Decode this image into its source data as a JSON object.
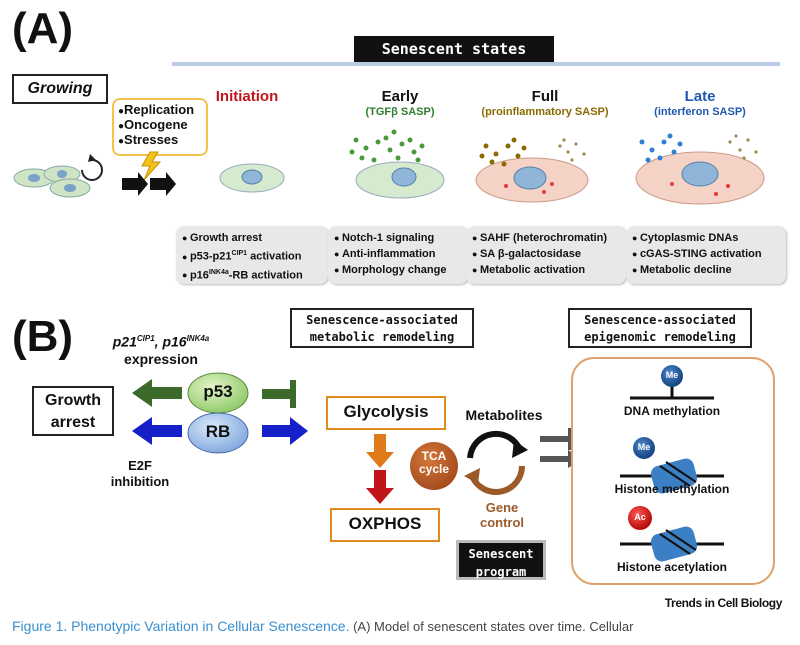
{
  "panel_a": {
    "label": "(A)",
    "header": "Senescent states",
    "growing": "Growing",
    "triggers": [
      "Replication",
      "Oncogene",
      "Stresses"
    ],
    "stages": [
      {
        "title": "Initiation",
        "subtitle": "",
        "color": "#c0161b",
        "bullets": [
          "Growth arrest",
          "p53-p21",
          "p16",
          "-RB activation"
        ]
      },
      {
        "title": "Early",
        "subtitle": "(TGFβ SASP)",
        "color": "#2f7d2f",
        "sub_color": "#2f7d2f",
        "bullets": [
          "Notch-1 signaling",
          "Anti-inflammation",
          "Morphology change"
        ]
      },
      {
        "title": "Full",
        "subtitle": "(proinflammatory SASP)",
        "color": "#8a6a00",
        "sub_color": "#8a6a00",
        "bullets": [
          "SAHF (heterochromatin)",
          "SA β-galactosidase",
          "Metabolic activation"
        ]
      },
      {
        "title": "Late",
        "subtitle": "(interferon SASP)",
        "color": "#1f58b0",
        "sub_color": "#1f58b0",
        "bullets": [
          "Cytoplasmic DNAs",
          "cGAS-STING activation",
          "Metabolic decline"
        ]
      }
    ],
    "initiation_bullets": {
      "b1": "Growth arrest",
      "b2_pre": "p53-p21",
      "b2_sup": "CIP1",
      "b2_post": " activation",
      "b3_pre": "p16",
      "b3_sup": "INK4a",
      "b3_post": "-RB activation"
    }
  },
  "panel_b": {
    "label": "(B)",
    "expr_p21": "p21",
    "expr_p21_sup": "CIP1",
    "expr_comma": ", ",
    "expr_p16": "p16",
    "expr_p16_sup": "INK4a",
    "expr_word": "expression",
    "growth_arrest": "Growth arrest",
    "p53": "p53",
    "rb": "RB",
    "e2f": "E2F inhibition",
    "metabolic_box": "Senescence-associated metabolic remodeling",
    "epigenomic_box": "Senescence-associated epigenomic remodeling",
    "glycolysis": "Glycolysis",
    "oxphos": "OXPHOS",
    "tca": "TCA cycle",
    "metabolites": "Metabolites",
    "gene_control": "Gene control",
    "senescent_program": "Senescent program",
    "me": "Me",
    "ac": "Ac",
    "dna_methylation": "DNA methylation",
    "histone_methylation": "Histone methylation",
    "histone_acetylation": "Histone acetylation"
  },
  "credit": "Trends in Cell Biology",
  "caption": {
    "title": "Figure 1. Phenotypic Variation in Cellular Senescence.",
    "body": " (A) Model of senescent states over time. Cellular"
  },
  "colors": {
    "initiation": "#c0161b",
    "green_arrow": "#3c6a2a",
    "blue_arrow": "#1520c8",
    "orange": "#e08a1e",
    "caption_blue": "#3a8fcf"
  }
}
